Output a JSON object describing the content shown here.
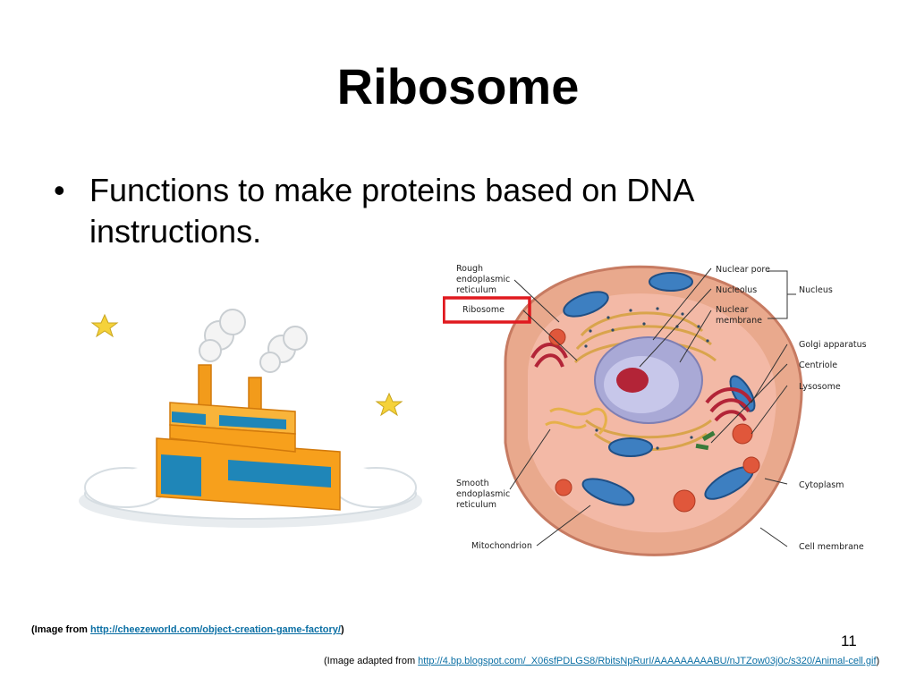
{
  "slide": {
    "title": "Ribosome",
    "bullets": [
      {
        "symbol": "•",
        "text": "Functions to make proteins based on DNA instructions."
      }
    ],
    "page_number": "11"
  },
  "figure_cell": {
    "labels": {
      "rough_er": [
        "Rough",
        "endoplasmic",
        "reticulum"
      ],
      "ribosome": "Ribosome",
      "smooth_er": [
        "Smooth",
        "endoplasmic",
        "reticulum"
      ],
      "mitochondrion": "Mitochondrion",
      "nuclear_pore": "Nuclear pore",
      "nucleolus": "Nucleolus",
      "nuclear_membrane": [
        "Nuclear",
        "membrane"
      ],
      "nucleus": "Nucleus",
      "golgi": "Golgi apparatus",
      "centriole": "Centriole",
      "lysosome": "Lysosome",
      "cytoplasm": "Cytoplasm",
      "cell_membrane": "Cell membrane"
    },
    "highlight_color": "#e0191f"
  },
  "captions": {
    "first_prefix": "(Image from ",
    "first_link": "http://cheezeworld.com/object-creation-game-factory/",
    "first_suffix": ")",
    "second_prefix": "(Image adapted from ",
    "second_link": "http://4.bp.blogspot.com/_X06sfPDLGS8/RbitsNpRurI/AAAAAAAAABU/nJTZow03j0c/s320/Animal-cell.gif",
    "second_suffix": ")"
  },
  "colors": {
    "link": "#0b6fa4",
    "factory_orange": "#f7a01c",
    "window_blue": "#1f86b8",
    "star_yellow": "#f5d23a",
    "cell_membrane": "#e9a98d",
    "cytoplasm": "#f3b9a6",
    "nucleus": "#a9a9d6",
    "mitochondria": "#3d7fc1"
  }
}
